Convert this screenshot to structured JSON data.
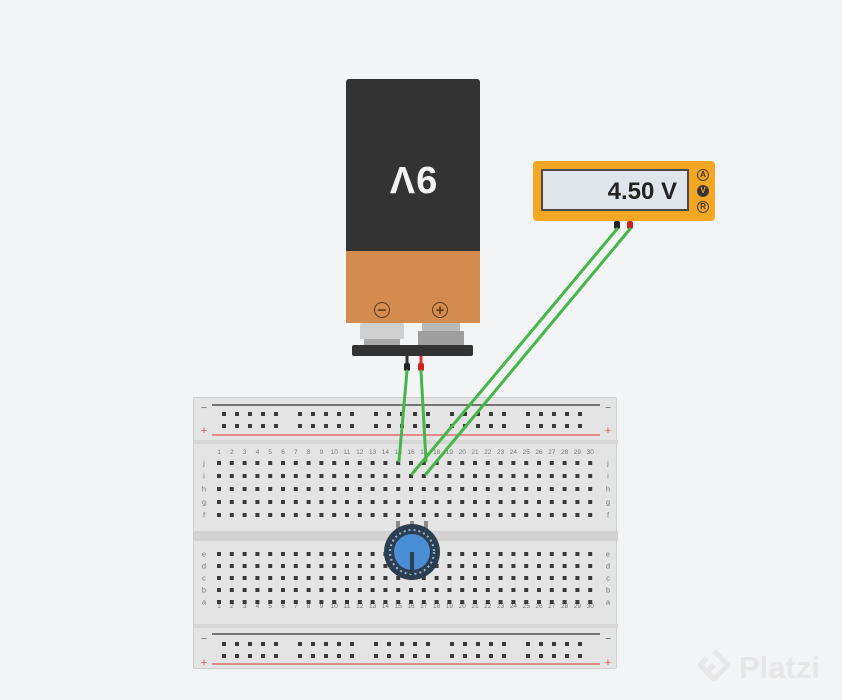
{
  "battery": {
    "label": "9V",
    "negative_symbol": "−",
    "positive_symbol": "+"
  },
  "multimeter": {
    "reading": "4.50 V",
    "modes": [
      "A",
      "V",
      "R"
    ],
    "active_mode": "V"
  },
  "breadboard": {
    "columns": 30,
    "rail_negative": "−",
    "rail_positive": "+",
    "top_rows": [
      "j",
      "i",
      "h",
      "g",
      "f"
    ],
    "bottom_rows": [
      "e",
      "d",
      "c",
      "b",
      "a"
    ]
  },
  "colors": {
    "wire": "#45b649",
    "rail_red": "#e05555",
    "rail_dark": "#333333",
    "battery_body": "#333333",
    "battery_band": "#d48b4e",
    "meter_body": "#f5a623",
    "pot_blue": "#4a8fd6"
  },
  "watermark": {
    "text": "Platzi",
    "icon": "platzi-logo-icon"
  }
}
